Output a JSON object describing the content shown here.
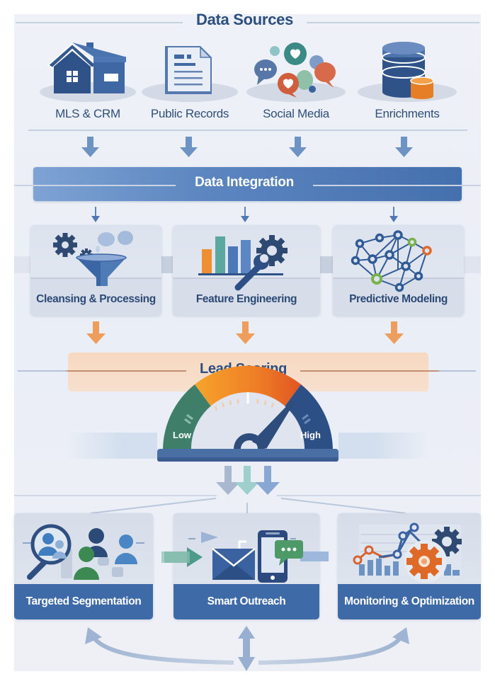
{
  "colors": {
    "primary_blue": "#3f6aa8",
    "dark_blue": "#2c4f80",
    "orange": "#f0a060",
    "teal": "#3c8c88",
    "green": "#5a9a58",
    "panel_bg": "#eceff6"
  },
  "data_sources": {
    "title": "Data Sources",
    "items": [
      {
        "label": "MLS & CRM",
        "icon": "house-icon"
      },
      {
        "label": "Public Records",
        "icon": "document-icon"
      },
      {
        "label": "Social Media",
        "icon": "chat-bubbles-icon"
      },
      {
        "label": "Enrichments",
        "icon": "database-icon"
      }
    ]
  },
  "integration": {
    "title": "Data Integration"
  },
  "processing": {
    "items": [
      {
        "label": "Cleansing & Processing",
        "icon": "gears-funnel-icon"
      },
      {
        "label": "Feature Engineering",
        "icon": "bar-chart-wrench-icon"
      },
      {
        "label": "Predictive Modeling",
        "icon": "network-graph-icon"
      }
    ]
  },
  "lead_scoring": {
    "title": "Lead Scoring",
    "gauge": {
      "low_label": "Low",
      "high_label": "High",
      "needle_value_fraction": 0.72
    }
  },
  "actions": {
    "items": [
      {
        "label": "Targeted Segmentation",
        "icon": "magnifier-people-icon"
      },
      {
        "label": "Smart Outreach",
        "icon": "email-phone-icon"
      },
      {
        "label": "Monitoring & Optimization",
        "icon": "chart-gears-icon"
      }
    ]
  }
}
